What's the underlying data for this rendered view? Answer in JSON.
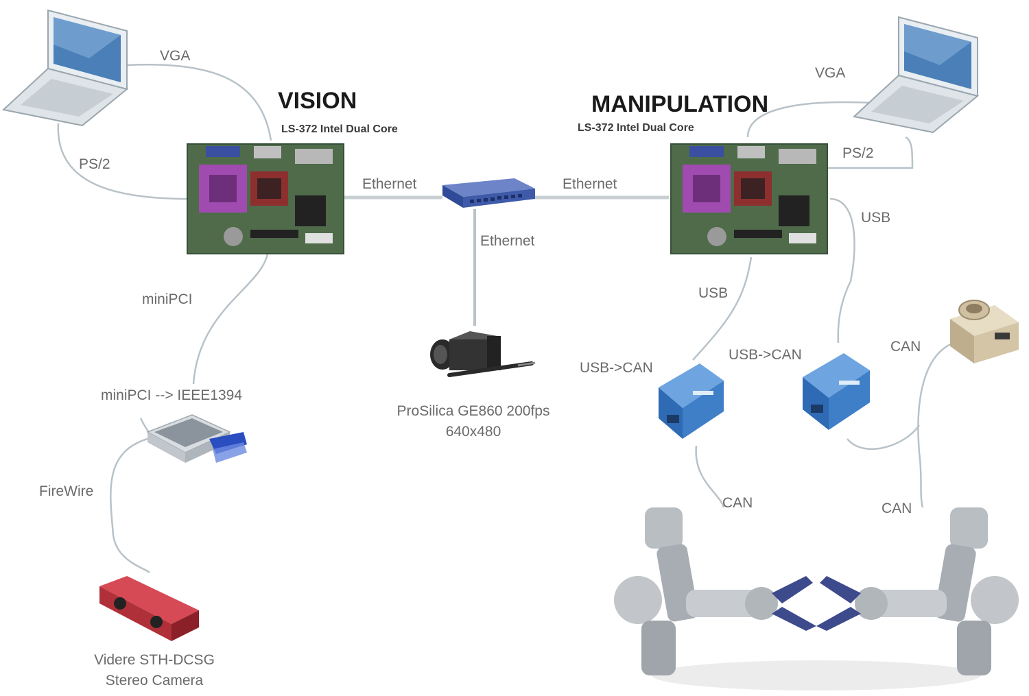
{
  "nodes": {
    "vision": {
      "title": "VISION",
      "subtitle": "LS-372 Intel Dual Core"
    },
    "manipulation": {
      "title": "MANIPULATION",
      "subtitle": "LS-372 Intel Dual Core"
    }
  },
  "links": {
    "vga_left": "VGA",
    "ps2_left": "PS/2",
    "ethernet_left": "Ethernet",
    "ethernet_right": "Ethernet",
    "ethernet_down": "Ethernet",
    "vga_right": "VGA",
    "ps2_right": "PS/2",
    "usb_right": "USB",
    "usb_mid": "USB",
    "minipci": "miniPCI",
    "minipci_ieee": "miniPCI --> IEEE1394",
    "firewire": "FireWire",
    "usb_can_1": "USB->CAN",
    "usb_can_2": "USB->CAN",
    "can_top": "CAN",
    "can_bottom_1": "CAN",
    "can_bottom_2": "CAN"
  },
  "devices": {
    "camera_main": {
      "line1": "ProSilica GE860 200fps",
      "line2": "640x480"
    },
    "stereo_camera": {
      "line1": "Videre STH-DCSG",
      "line2": "Stereo Camera"
    }
  },
  "colors": {
    "board_green": "#4f6b4a",
    "socket_purple": "#a04bb0",
    "switch_blue": "#3e5aa8",
    "adapter_blue": "#3f7fc8",
    "stereo_red": "#b0303a",
    "cable_gray": "#b8c2c8"
  }
}
